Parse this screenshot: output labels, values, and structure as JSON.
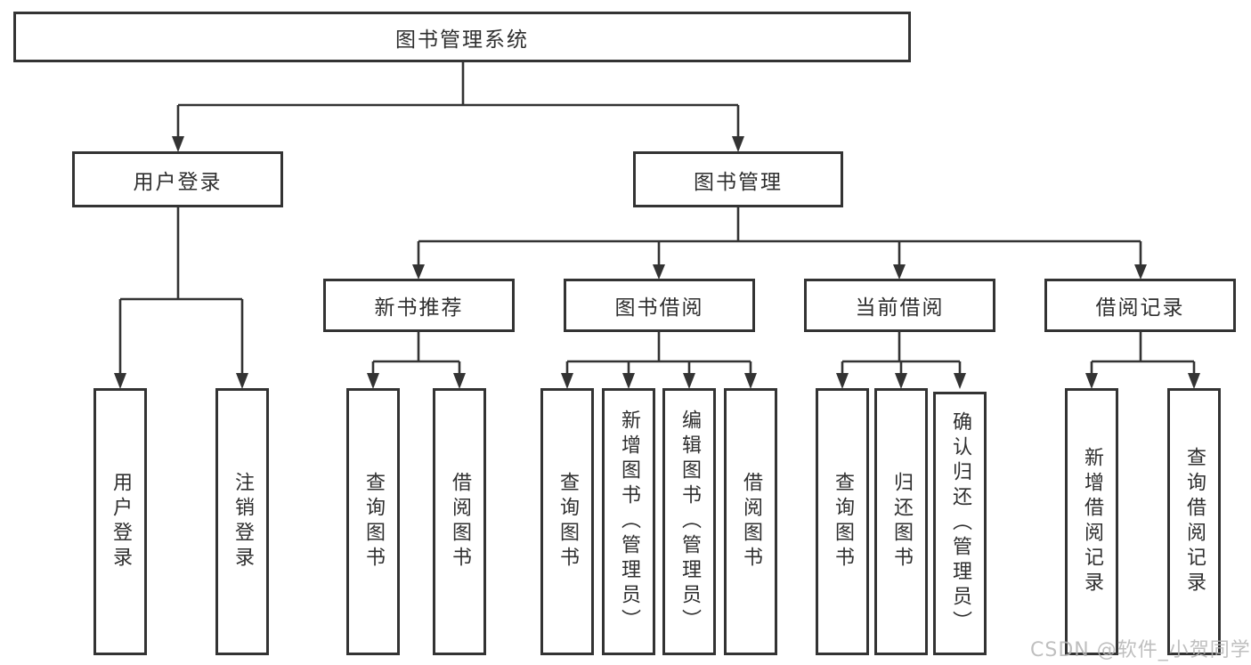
{
  "diagram": {
    "root": {
      "label": "图书管理系统"
    },
    "branches": [
      {
        "label": "用户登录",
        "leaves": [
          {
            "label": "用户登录"
          },
          {
            "label": "注销登录"
          }
        ]
      },
      {
        "label": "图书管理",
        "groups": [
          {
            "label": "新书推荐",
            "leaves": [
              {
                "label": "查询图书"
              },
              {
                "label": "借阅图书"
              }
            ]
          },
          {
            "label": "图书借阅",
            "leaves": [
              {
                "label": "查询图书"
              },
              {
                "label": "新增图书（管理员）"
              },
              {
                "label": "编辑图书（管理员）"
              },
              {
                "label": "借阅图书"
              }
            ]
          },
          {
            "label": "当前借阅",
            "leaves": [
              {
                "label": "查询图书"
              },
              {
                "label": "归还图书"
              },
              {
                "label": "确认归还（管理员）"
              }
            ]
          },
          {
            "label": "借阅记录",
            "leaves": [
              {
                "label": "新增借阅记录"
              },
              {
                "label": "查询借阅记录"
              }
            ]
          }
        ]
      }
    ]
  },
  "watermark": {
    "text": "CSDN @软件_小贺同学"
  },
  "colors": {
    "line": "#333333",
    "text": "#2f2f2f",
    "background": "#ffffff",
    "watermark": "#b5b5b5"
  }
}
